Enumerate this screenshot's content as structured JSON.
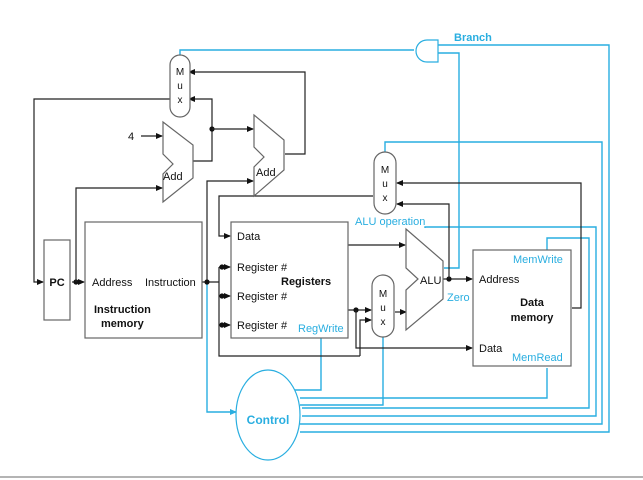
{
  "diagram": {
    "title": "Single-cycle MIPS datapath with control",
    "colors": {
      "datapath": "#222222",
      "control": "#29aee0",
      "box_border": "#666666"
    },
    "components": {
      "pc": {
        "label": "PC"
      },
      "instruction_memory": {
        "input": "Address",
        "output": "Instruction",
        "name_line1": "Instruction",
        "name_line2": "memory"
      },
      "registers": {
        "data_in": "Data",
        "reg1": "Register #",
        "reg2": "Register #",
        "reg3": "Register #",
        "name": "Registers",
        "control": "RegWrite"
      },
      "alu": {
        "label": "ALU",
        "control": "ALU operation",
        "flag": "Zero"
      },
      "data_memory": {
        "address": "Address",
        "data": "Data",
        "name_line1": "Data",
        "name_line2": "memory",
        "write": "MemWrite",
        "read": "MemRead"
      },
      "adder_pc": {
        "label": "Add",
        "constant": "4"
      },
      "adder_branch": {
        "label": "Add"
      },
      "mux_pc": {
        "l1": "M",
        "l2": "u",
        "l3": "x"
      },
      "mux_wb": {
        "l1": "M",
        "l2": "u",
        "l3": "x"
      },
      "mux_alu": {
        "l1": "M",
        "l2": "u",
        "l3": "x"
      },
      "control": {
        "label": "Control"
      },
      "and_gate": {
        "label": "Branch"
      }
    }
  }
}
